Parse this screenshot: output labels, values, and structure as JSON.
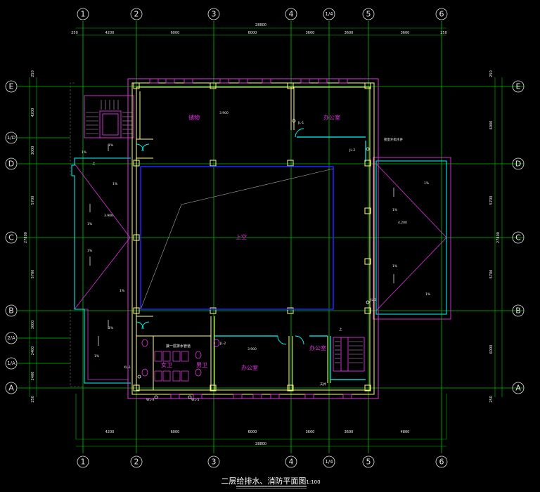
{
  "title": "二层给排水、消防平面图",
  "title_suffix": "1:100",
  "grid_axes": {
    "vertical": [
      "1",
      "2",
      "3",
      "4",
      "1/4",
      "5",
      "6"
    ],
    "horizontal": [
      "E",
      "1/D",
      "D",
      "C",
      "B",
      "2/A",
      "1/A",
      "A"
    ]
  },
  "dimensions": {
    "top_total": "28800",
    "top_segments": [
      "250",
      "4200",
      "6000",
      "6000",
      "3600",
      "3600",
      "3600",
      "250"
    ],
    "bottom_total": "28800",
    "bottom_segments": [
      "4200",
      "6000",
      "6000",
      "3600",
      "3600",
      "4800"
    ],
    "left_total": "27800",
    "left_segments": [
      "250",
      "4200",
      "3000",
      "5700",
      "5700",
      "3000",
      "2400",
      "2400",
      "250"
    ],
    "right_total": "27800",
    "right_segments": [
      "250",
      "6000",
      "5700",
      "5700",
      "6000",
      "250"
    ]
  },
  "rooms": {
    "storage": "储物",
    "office_north": "办公室",
    "atrium": "上空",
    "office_south": "办公室",
    "office_se": "办公室",
    "toilet_women": "女卫",
    "toilet_men": "男卫",
    "pipe_note": "接一层排水管道"
  },
  "tags": {
    "jl_1": "JL-1",
    "jl_2": "JL-2",
    "jl_3": "JL-3",
    "jl_4": "WL-4",
    "jl_5": "WL-5",
    "jl_6": "XL-1",
    "elev_1": "3.900",
    "elev_2": "3.900",
    "elev_3": "4.200",
    "elev_4": "3.900",
    "slope": "1%",
    "stair_up": "上",
    "drain_note": "接室外雨水井",
    "roof_note": "天井"
  },
  "colors": {
    "background": "#000000",
    "grid_line": "#00c000",
    "wall": "#ffff80",
    "wall_outline": "#e033e0",
    "atrium": "#2020ff",
    "pipe": "#00ffff",
    "text": "#ffffff"
  }
}
